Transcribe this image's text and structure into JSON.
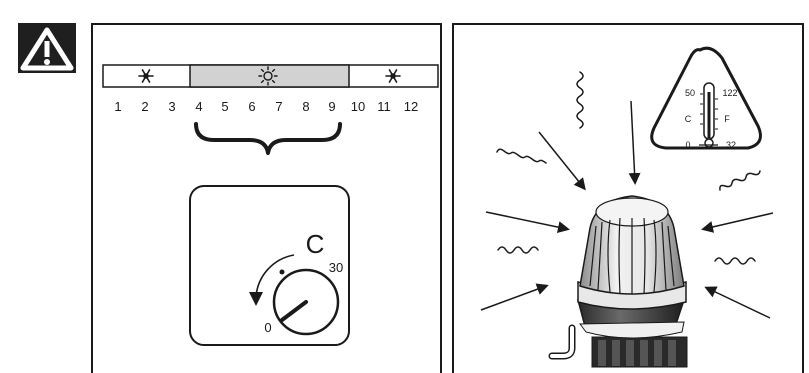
{
  "warning": {
    "icon": "warning-triangle-icon",
    "color": "#1f1f1f"
  },
  "season_bar": {
    "segments": [
      {
        "name": "winter",
        "icon": "snowflake-icon",
        "highlighted": false
      },
      {
        "name": "summer",
        "icon": "sun-icon",
        "highlighted": true,
        "fill": "#d2d2d2"
      },
      {
        "name": "winter",
        "icon": "snowflake-icon",
        "highlighted": false
      }
    ],
    "months": [
      "1",
      "2",
      "3",
      "4",
      "5",
      "6",
      "7",
      "8",
      "9",
      "10",
      "11",
      "12"
    ]
  },
  "dial": {
    "unit": "C",
    "min_label": "0",
    "max_label": "30"
  },
  "thermometer": {
    "celsius_high": "50",
    "celsius_low": "0",
    "celsius_unit": "C",
    "fahrenheit_high": "122",
    "fahrenheit_low": "32",
    "fahrenheit_unit": "F"
  }
}
